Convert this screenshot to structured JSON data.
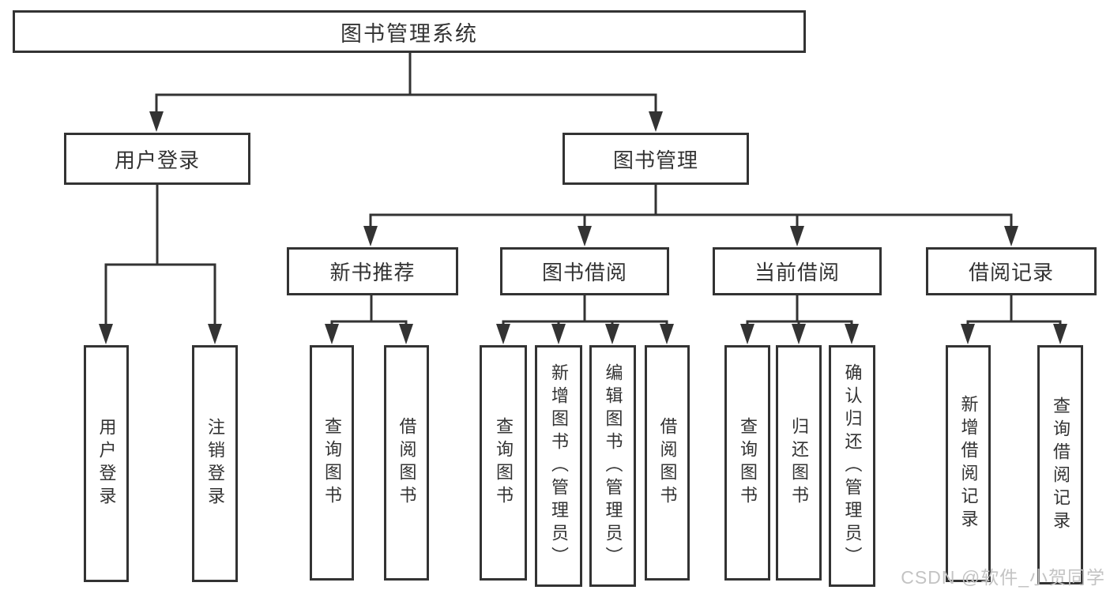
{
  "diagram": {
    "title": "library-management-system-function-structure",
    "root": {
      "label": "图书管理系统"
    },
    "user_branch": {
      "label": "用户登录",
      "children": [
        {
          "label": "用户登录"
        },
        {
          "label": "注销登录"
        }
      ]
    },
    "book_branch": {
      "label": "图书管理",
      "groups": [
        {
          "label": "新书推荐",
          "children": [
            {
              "label": "查询图书"
            },
            {
              "label": "借阅图书"
            }
          ]
        },
        {
          "label": "图书借阅",
          "children": [
            {
              "label": "查询图书"
            },
            {
              "label": "新增图书（管理员）"
            },
            {
              "label": "编辑图书（管理员）"
            },
            {
              "label": "借阅图书"
            }
          ]
        },
        {
          "label": "当前借阅",
          "children": [
            {
              "label": "查询图书"
            },
            {
              "label": "归还图书"
            },
            {
              "label": "确认归还（管理员）"
            }
          ]
        },
        {
          "label": "借阅记录",
          "children": [
            {
              "label": "新增借阅记录"
            },
            {
              "label": "查询借阅记录"
            }
          ]
        }
      ]
    },
    "colors": {
      "line": "#333333",
      "box_border": "#333333",
      "text": "#333333",
      "background": "#ffffff",
      "watermark": "#c3c3c3"
    }
  },
  "watermark": {
    "text": "CSDN @软件_小贺同学"
  }
}
